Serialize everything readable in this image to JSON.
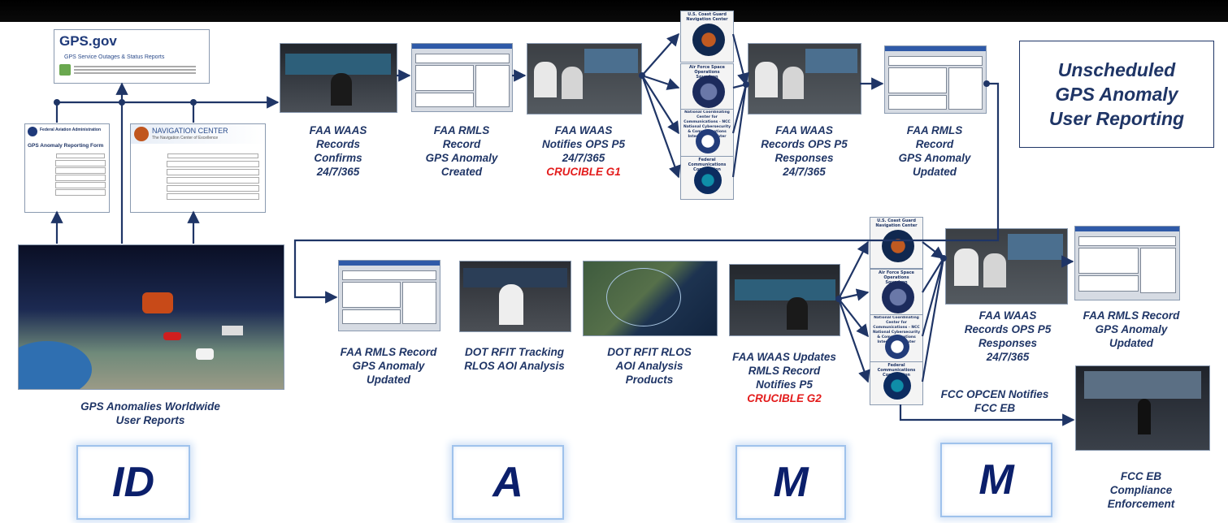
{
  "title": "Unscheduled\nGPS Anomaly\nUser  Reporting",
  "labels": {
    "waas_confirms": [
      "FAA WAAS",
      "Records",
      "Confirms",
      "24/7/365"
    ],
    "rmls_created": [
      "FAA RMLS",
      "Record",
      "GPS Anomaly",
      "Created"
    ],
    "waas_notifies": [
      "FAA WAAS",
      "Notifies OPS P5",
      "24/7/365"
    ],
    "crucible_g1": "CRUCIBLE G1",
    "waas_responses1": [
      "FAA WAAS",
      "Records OPS P5",
      "Responses",
      "24/7/365"
    ],
    "rmls_updated1": [
      "FAA RMLS",
      "Record",
      "GPS Anomaly",
      "Updated"
    ],
    "worldwide": [
      "GPS Anomalies Worldwide",
      "User Reports"
    ],
    "rmls_updated2": [
      "FAA RMLS Record",
      "GPS Anomaly",
      "Updated"
    ],
    "rfit_tracking": [
      "DOT RFIT Tracking",
      "RLOS AOI Analysis"
    ],
    "rfit_products": [
      "DOT RFIT RLOS",
      "AOI Analysis",
      "Products"
    ],
    "waas_updates": [
      "FAA WAAS Updates",
      "RMLS Record",
      "Notifies P5"
    ],
    "crucible_g2": "CRUCIBLE G2",
    "waas_responses2": [
      "FAA WAAS",
      "Records OPS P5",
      "Responses",
      "24/7/365"
    ],
    "rmls_updated3": [
      "FAA RMLS Record",
      "GPS Anomaly",
      "Updated"
    ],
    "fcc_opcen": [
      "FCC OPCEN Notifies",
      "FCC EB"
    ],
    "fcc_eb": [
      "FCC EB",
      "Compliance",
      "Enforcement"
    ]
  },
  "phases": [
    "ID",
    "A",
    "M",
    "M"
  ],
  "web": {
    "gps_gov_logo": "GPS.gov",
    "gps_gov_heading": "GPS Service Outages & Status Reports",
    "faa_form_title": "GPS Anomaly Reporting Form",
    "faa_org": "Federal Aviation Administration",
    "navcen_title": "NAVIGATION CENTER",
    "navcen_sub": "The Navigation Center of Excellence"
  },
  "seals": {
    "uscg": "U.S. Coast Guard Navigation Center",
    "af": "Air Force Space Operations Squadron",
    "dhs": "National Coordinating Center for Communications - NCC National Cybersecurity & Communications Integration Center",
    "fcc": "Federal Communications Commission"
  },
  "colors": {
    "label": "#1f3566",
    "crucible": "#e31b1b",
    "phase_glow": "#9fc2ec",
    "arrow": "#1f3566"
  }
}
